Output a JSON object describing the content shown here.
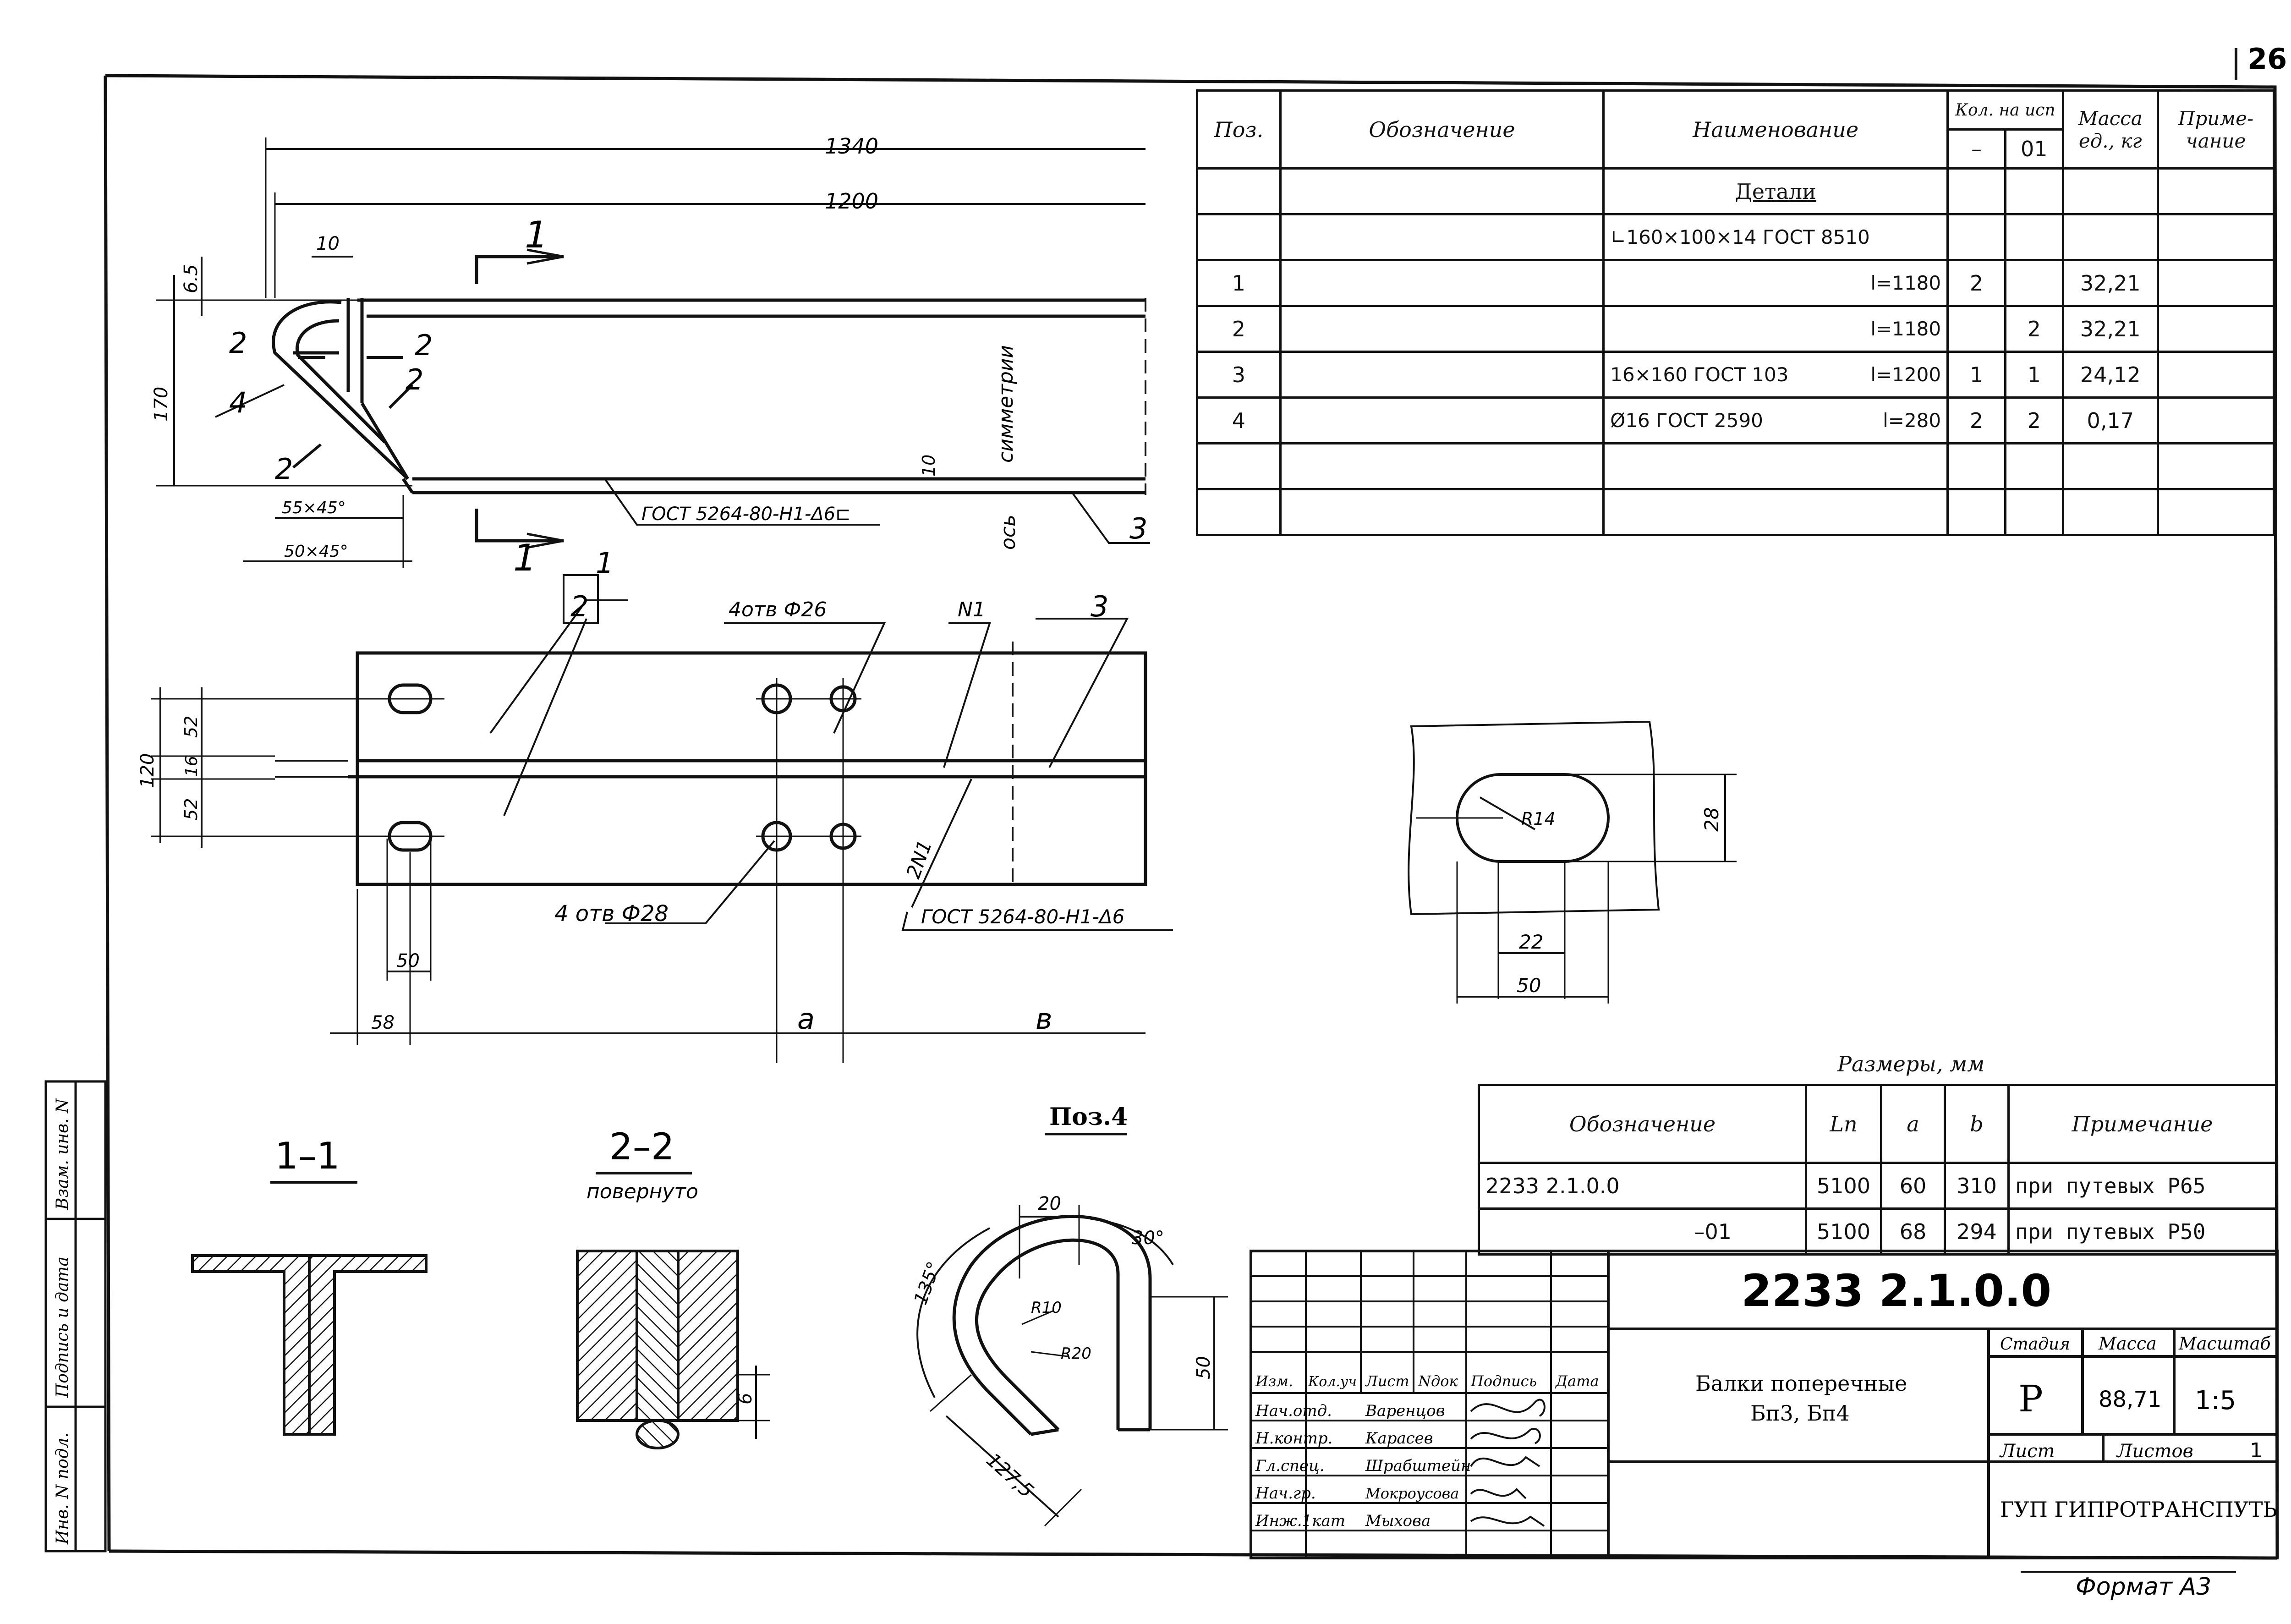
{
  "page_number": "26",
  "format_label": "Формат А3",
  "side_labels": [
    "Инв. N подл.",
    "Подпись и дата",
    "Взам. инв. N"
  ],
  "drawing": {
    "dims_top": {
      "total": "1340",
      "inner": "1200",
      "gap": "10",
      "top": "6.5",
      "height": "170",
      "stem_thk": "10",
      "ch1": "55×45°",
      "ch2": "50×45°"
    },
    "weld_note": "ГОСТ 5264-80-Н1-Δ6⊏",
    "weld_note2": "ГОСТ 5264-80-Н1-Δ6",
    "symmetry": "симметрии",
    "axis": "ось",
    "section_mark": "1",
    "callouts": {
      "c1": "1",
      "c2": "2",
      "c3": "3",
      "c4": "4",
      "n1": "N1",
      "n2": "2N1",
      "two": "2"
    },
    "holes26": "4отв Ф26",
    "holes28": "4 отв Ф28",
    "plan_dims": {
      "h": "120",
      "a": "52",
      "b": "16",
      "c": "52",
      "w50": "50",
      "left": "58",
      "a_lbl": "a",
      "b_lbl": "в"
    },
    "detail": {
      "r": "R14",
      "h": "28",
      "w22": "22",
      "w50": "50"
    },
    "sec11": "1–1",
    "sec22": "2–2",
    "sec22_sub": "повернуто",
    "sec22_dim": "6",
    "pos4_title": "Поз.4",
    "pos4_dims": {
      "w": "20",
      "a30": "30°",
      "a135": "135°",
      "r10": "R10",
      "r20": "R20",
      "h50": "50",
      "len": "127,5"
    }
  },
  "spec_table": {
    "headers": {
      "pos": "Поз.",
      "designation": "Обозначение",
      "name": "Наименование",
      "qty": "Кол. на исп",
      "qty_a": "–",
      "qty_b": "01",
      "mass": "Масса ед., кг",
      "note": "Приме- чание"
    },
    "section": "Детали",
    "profile": "∟160×100×14 ГОСТ 8510",
    "rows": [
      {
        "pos": "1",
        "name_left": "",
        "length": "l=1180",
        "qa": "2",
        "qb": "",
        "mass": "32,21"
      },
      {
        "pos": "2",
        "name_left": "",
        "length": "l=1180",
        "qa": "",
        "qb": "2",
        "mass": "32,21"
      },
      {
        "pos": "3",
        "name_left": "16×160   ГОСТ 103",
        "length": "l=1200",
        "qa": "1",
        "qb": "1",
        "mass": "24,12"
      },
      {
        "pos": "4",
        "name_left": "Ø16   ГОСТ 2590",
        "length": "l=280",
        "qa": "2",
        "qb": "2",
        "mass": "0,17"
      }
    ]
  },
  "size_table": {
    "caption": "Размеры, мм",
    "headers": {
      "designation": "Обозначение",
      "ln": "Lп",
      "a": "a",
      "b": "b",
      "note": "Примечание"
    },
    "rows": [
      {
        "designation": "2233  2.1.0.0",
        "ln": "5100",
        "a": "60",
        "b": "310",
        "note": "при путевых Р65"
      },
      {
        "designation": "–01",
        "ln": "5100",
        "a": "68",
        "b": "294",
        "note": "при путевых Р50"
      }
    ]
  },
  "title_block": {
    "doc_number": "2233  2.1.0.0",
    "title_line1": "Балки поперечные",
    "title_line2": "Бп3, Бп4",
    "stage_label": "Стадия",
    "mass_label": "Масса",
    "scale_label": "Масштаб",
    "stage": "Р",
    "mass": "88,71",
    "scale": "1:5",
    "sheet_label": "Лист",
    "sheets_label": "Листов",
    "sheets": "1",
    "org": "ГУП  ГИПРОТРАНСПУТЬ",
    "rev_headers": [
      "Изм.",
      "Кол.уч",
      "Лист",
      "Nдок",
      "Подпись",
      "Дата"
    ],
    "people": [
      {
        "role": "Нач.отд.",
        "name": "Варенцов"
      },
      {
        "role": "Н.контр.",
        "name": "Карасев"
      },
      {
        "role": "Гл.спец.",
        "name": "Шрабштейн"
      },
      {
        "role": "Нач.гр.",
        "name": "Мокроусова"
      },
      {
        "role": "Инж.1кат",
        "name": "Мыхова"
      }
    ]
  }
}
